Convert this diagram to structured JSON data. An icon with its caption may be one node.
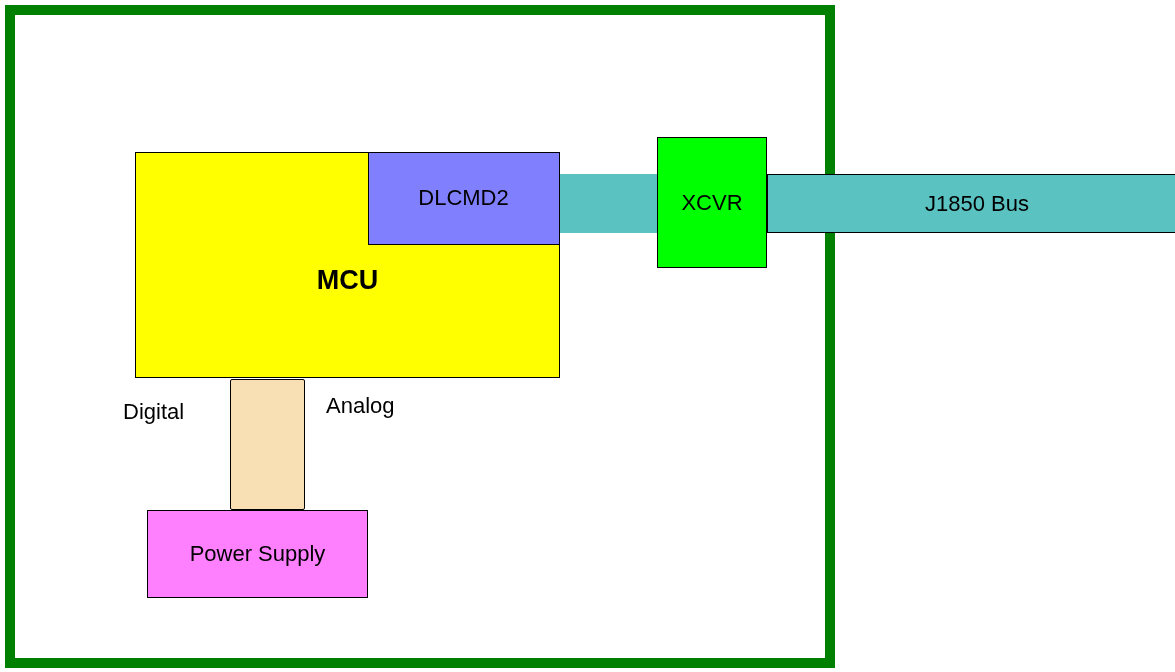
{
  "diagram": {
    "nodes": [
      {
        "text": [],
        "shape": "box"
      },
      {
        "text": [
          "MCU"
        ],
        "in": 0
      },
      {
        "text": [
          "DLCMD2"
        ],
        "in": 1
      },
      {
        "text": [
          "XCVR"
        ],
        "in": 0
      },
      {
        "text": [
          "J1850 Bus"
        ]
      },
      {
        "text": [],
        "shape": "bar",
        "in": 0,
        "beside": [
          "Digital",
          "Analog"
        ]
      },
      {
        "text": [
          "Power Supply"
        ],
        "in": 0
      }
    ],
    "edges": [
      {
        "from": 2,
        "to": 3,
        "arrow": "none",
        "color": "#5bc2c2"
      }
    ]
  }
}
